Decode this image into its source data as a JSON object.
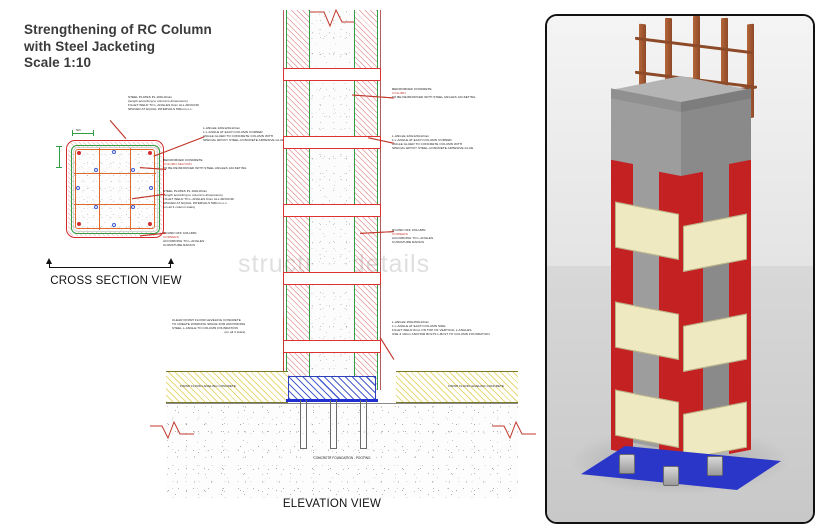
{
  "sheet": {
    "title_lines": [
      "Strengthening of RC Column",
      "with Steel Jacketing",
      "Scale 1:10"
    ],
    "watermark": "structuraldetails"
  },
  "views": {
    "cross_section_caption": "CROSS SECTION VIEW",
    "elevation_caption": "ELEVATION VIEW",
    "cross_section_dim": "500"
  },
  "annotations": {
    "steel_plates": {
      "header": "STEEL PLATES PL 100x10mm",
      "lines": [
        "(length according to column's dimensions)",
        "FILLET WELD TO L-ANGLES 6mm ALL AROUND",
        "SPACED AT EQUAL INTERVALS 500mm o.c."
      ]
    },
    "steel_plates_elev": {
      "header": "STEEL PLATES PL 100x10mm",
      "lines": [
        "(length according to column's dimensions)",
        "FILLET WELD TO L-ANGLES 6mm ALL AROUND",
        "SPACED AT EQUAL INTERVALS 500mm o.c.",
        "(on all 4 column sides)"
      ]
    },
    "l_angle": {
      "header": "L-ANGLE 120x120x12mm",
      "lines": [
        "1 L-ANGLE AT EACH COLUMN CORNER",
        "ANGLE GLUED TO CONCRETE COLUMN WITH",
        "SPECIAL EPOXY STEEL-CONCRETE ADHESIVE GLUE"
      ]
    },
    "rc_column_section": {
      "header": "REINFORCED CONCRETE",
      "header2": "COLUMN SECTION",
      "lines": [
        "TO BE REINFORCED WITH STEEL ANGLES JACKETING"
      ]
    },
    "rc_column_elev": {
      "header": "REINFORCED CONCRETE",
      "header2": "COLUMN",
      "lines": [
        "TO BE REINFORCED WITH STEEL ANGLES JACKETING"
      ]
    },
    "round_off": {
      "header": "ROUND OFF COLUMN",
      "header2": "CORNERS",
      "lines": [
        "ACCORDING TO L-ANGLES",
        "CURVATURE RADIUS"
      ]
    },
    "clear_finish": {
      "lines": [
        "CLEAR FINISH FLOOR LEVELING CONCRETE",
        "TO CREATE WORKING SPACE FOR ANCHORING",
        "STEEL L-ANGLE TO COLUMN FOUNDATION",
        "(on all 4 sides)"
      ]
    },
    "base_angle": {
      "header": "L-ANGLE 150x150x13mm",
      "lines": [
        "1 L-ANGLE AT EACH COLUMN SIDE",
        "FILLET WELD 8mm ON TOP OF VERTICAL L-ANGLES",
        "USE 3 19mm ANCHOR BOLTS L-BOLT TO COLUMN FOUNDATION"
      ]
    },
    "floor_left": "FINISH FLOOR LEVELING CONCRETE",
    "floor_right": "FINISH FLOOR LEVELING CONCRETE",
    "foundation": "CONCRETE FOUNDATION - FOOTING"
  },
  "colors": {
    "steel_red": "#d42a2a",
    "angle_red": "#c42222",
    "stirrup_orange": "#e06a2b",
    "rebar_blue": "#3b5bd4",
    "green_edge": "#2f9e44",
    "plate_cream": "#efe9c2",
    "baseplate_blue": "#2a36c8",
    "concrete_gray": "#9d9d9d",
    "rebar_brown": "#8d4a28"
  }
}
